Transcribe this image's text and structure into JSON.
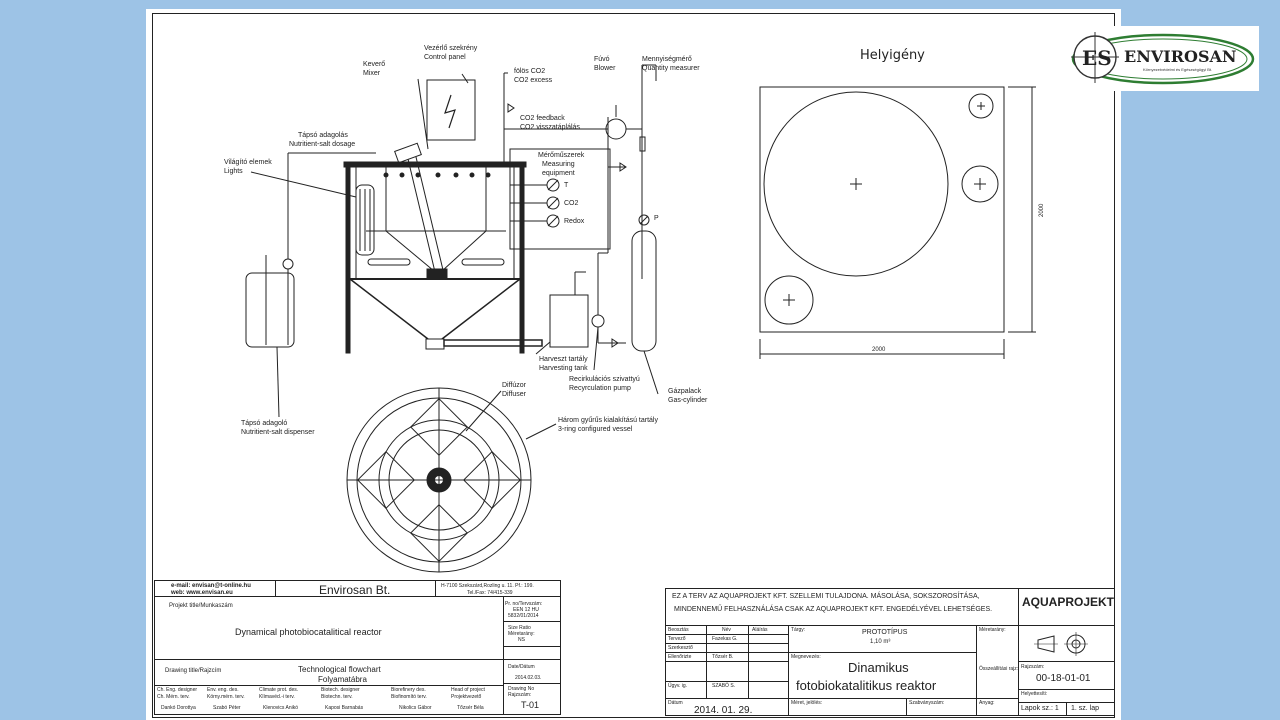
{
  "drawing": {
    "mixer_hu": "Keverő",
    "mixer_en": "Mixer",
    "control_panel_hu": "Vezérlő szekrény",
    "control_panel_en": "Control panel",
    "co2_excess_hu": "CO2 excess",
    "co2_excess_en": "fölös CO2",
    "blower_hu": "Fúvó",
    "blower_en": "Blower",
    "quantity_hu": "Mennyiségmérő",
    "quantity_en": "Quantity measurer",
    "co2_feedback_en": "CO2 feedback",
    "co2_feedback_hu": "CO2 visszatáplálás",
    "nutrient_dosage_hu": "Tápsó adagolás",
    "nutrient_dosage_en": "Nutritient-salt dosage",
    "lights_hu": "Világító elemek",
    "lights_en": "Lights",
    "measuring_hu": "Mérőműszerek",
    "measuring_en1": "Measuring",
    "measuring_en2": "equipment",
    "meas_t": "T",
    "meas_co2": "CO2",
    "meas_redox": "Redox",
    "meas_p": "P",
    "harvest_hu": "Harveszt tartály",
    "harvest_en": "Harvesting tank",
    "recirc_hu": "Recirkulációs szivattyú",
    "recirc_en": "Recyrculation pump",
    "gas_hu": "Gázpalack",
    "gas_en": "Gas-cylinder",
    "dispenser_hu": "Tápsó adagoló",
    "dispenser_en": "Nutritient-salt dispenser",
    "diffuser_hu": "Diffúzor",
    "diffuser_en": "Diffuser",
    "vessel_hu": "Három gyűrűs kialakítású tartály",
    "vessel_en": "3-ring configured vessel",
    "space_title": "Helyigény",
    "dim_w": "2000",
    "dim_h": "2000"
  },
  "left_block": {
    "email": "e-mail: envisan@t-online.hu",
    "web": "web: www.envisan.eu",
    "company": "Envirosan Bt.",
    "address1": "H-7100 Szekszárd,Rozling u. 11. Pf.: 199.",
    "address2": "Tel./Fax: 74/415-339",
    "project_label": "Projekt title/Munkaszám",
    "project": "Dynamical photobiocatalitical reactor",
    "prno_label": "Pr. no/Tervszám:",
    "prno_val1": "EEN 12 HU",
    "prno_val2": "5832/01/2014",
    "size_label": "Size Ratio",
    "size_label2": "Méretarány:",
    "size_val": "NS",
    "drawing_label": "Drawing title/Rajzcím",
    "drawing1": "Technological flowchart",
    "drawing2": "Folyamatábra",
    "date_label": "Date/Dátum",
    "date_val": "2014.02.03.",
    "drawno_label": "Drawing No",
    "drawno_label2": "Rajzszám:",
    "drawno_val": "T-01",
    "roles": [
      {
        "r1": "Ch. Eng. designer",
        "r2": "Ch. Mérn. terv.",
        "name": "Dankó Dorottya"
      },
      {
        "r1": "Env. eng. des.",
        "r2": "Körny.mérn. terv.",
        "name": "Szabó Péter"
      },
      {
        "r1": "Climate prot. des.",
        "r2": "Klímavéd.-i terv.",
        "name": "Klenovics Anikó"
      },
      {
        "r1": "Biotech. designer",
        "r2": "Biotechn. terv.",
        "name": "Kaposi Barnabás"
      },
      {
        "r1": "Biorefinery des.",
        "r2": "Biofinomító terv.",
        "name": "Nikolics Gábor"
      },
      {
        "r1": "Head of project",
        "r2": "Projektvezető",
        "name": "Tőzsér Béla"
      }
    ]
  },
  "right_block": {
    "notice1": "EZ A TERV AZ AQUAPROJEKT KFT. SZELLEMI TULAJDONA. MÁSOLÁSA, SOKSZOROSÍTÁSA,",
    "notice2": "MINDENNEMŰ FELHASZNÁLÁSA CSAK AZ AQUAPROJEKT KFT. ENGEDÉLYÉVEL LEHETSÉGES.",
    "brand": "AQUAPROJEKT",
    "col_beosztas": "Beosztás",
    "col_nev": "Név",
    "col_alairas": "Aláírás",
    "col_targy": "Tárgy:",
    "row_tervezo": "Tervező",
    "row_tervezo_name": "Fazekas G.",
    "row_szerkeszto": "Szerkesztő",
    "row_ellenorizte": "Ellenőrizte",
    "row_ellenorizte_name": "Tőzsér B.",
    "row_ugyv": "Ügyv. ig.",
    "row_ugyv_name": "SZABÓ S.",
    "row_datum": "Dátum",
    "prototype": "PROTOTÍPUS",
    "volume": "1,10 m³",
    "megnevezes_label": "Megnevezés:",
    "title1": "Dinamikus",
    "title2": "fotobiokatalitikus reaktor",
    "meretarany": "Méretarány:",
    "osszeallitas": "Összeállítási rajz:",
    "rajzszam_label": "Rajzszám:",
    "rajzszam": "00-18-01-01",
    "helyettesiti": "Helyettesíti:",
    "mereti": "Méret, jelölés:",
    "szabvany": "Szabványszám:",
    "anyag": "Anyag:",
    "date": "2014. 01. 29.",
    "lapok": "Lapok sz.: 1",
    "lap": "1. sz. lap"
  },
  "logo": {
    "initials": "ES",
    "name": "ENVIROSAN",
    "tagline": "Környezetvédelmi és Egészségügyi Bt."
  }
}
